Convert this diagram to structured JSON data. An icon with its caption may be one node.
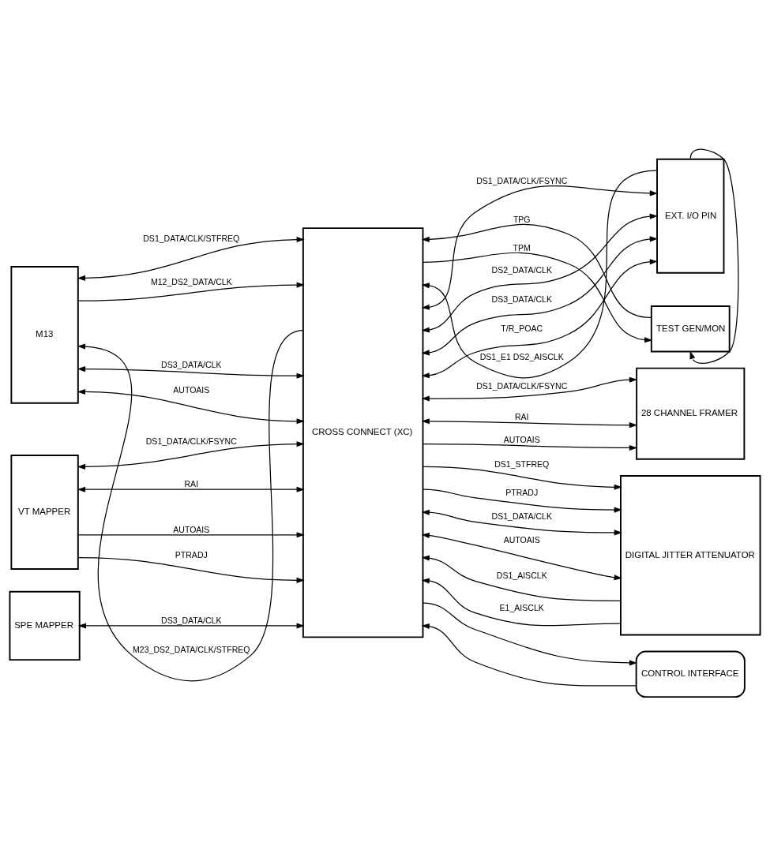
{
  "diagram": {
    "nodes": [
      {
        "text": [
          "M13"
        ]
      },
      {
        "text": [
          "VT MAPPER"
        ]
      },
      {
        "text": [
          "SPE MAPPER"
        ]
      },
      {
        "text": [
          "CROSS CONNECT (XC)"
        ]
      },
      {
        "text": [
          "TEST GEN/MON"
        ]
      },
      {
        "text": [
          "EXT. I/O PIN"
        ]
      },
      {
        "text": [
          "28 CHANNEL FRAMER"
        ]
      },
      {
        "text": [
          "DIGITAL JITTER ATTENUATOR"
        ]
      },
      {
        "text": [
          "CONTROL INTERFACE"
        ]
      }
    ],
    "edges": [
      {
        "from": 0,
        "to": 3,
        "arrow": "both",
        "label": "DS1_DATA/CLK/STFREQ"
      },
      {
        "from": 0,
        "to": 3,
        "arrow": "to",
        "label": "M12_DS2_DATA/CLK"
      },
      {
        "from": 3,
        "to": 0,
        "arrow": "to",
        "label": "M23_DS2_DATA/CLK/STFREQ"
      },
      {
        "from": 0,
        "to": 3,
        "arrow": "both",
        "label": "DS3_DATA/CLK"
      },
      {
        "from": 0,
        "to": 3,
        "arrow": "both",
        "label": "AUTOAIS"
      },
      {
        "from": 1,
        "to": 3,
        "arrow": "both",
        "label": "DS1_DATA/CLK/FSYNC"
      },
      {
        "from": 1,
        "to": 3,
        "arrow": "both",
        "label": "RAI"
      },
      {
        "from": 1,
        "to": 3,
        "arrow": "to",
        "label": "AUTOAIS"
      },
      {
        "from": 1,
        "to": 3,
        "arrow": "to",
        "label": "PTRADJ"
      },
      {
        "from": 2,
        "to": 3,
        "arrow": "both",
        "label": "DS3_DATA/CLK"
      },
      {
        "from": 4,
        "to": 3,
        "arrow": "to",
        "label": "TPG"
      },
      {
        "from": 3,
        "to": 4,
        "arrow": "to",
        "label": "TPM"
      },
      {
        "from": 5,
        "to": 3,
        "arrow": "to",
        "label": "DS1_E1 DS2_AISCLK"
      },
      {
        "from": 5,
        "to": 4,
        "arrow": "to"
      },
      {
        "from": 3,
        "to": 5,
        "arrow": "both",
        "label": "DS1_DATA/CLK/FSYNC"
      },
      {
        "from": 3,
        "to": 5,
        "arrow": "both",
        "label": "DS2_DATA/CLK"
      },
      {
        "from": 3,
        "to": 5,
        "arrow": "both",
        "label": "DS3_DATA/CLK"
      },
      {
        "from": 3,
        "to": 5,
        "arrow": "both",
        "label": "T/R_POAC"
      },
      {
        "from": 3,
        "to": 6,
        "arrow": "both",
        "label": "DS1_DATA/CLK/FSYNC"
      },
      {
        "from": 3,
        "to": 6,
        "arrow": "both",
        "label": "RAI"
      },
      {
        "from": 3,
        "to": 6,
        "arrow": "to",
        "label": "AUTOAIS"
      },
      {
        "from": 3,
        "to": 7,
        "arrow": "to",
        "label": "DS1_STFREQ"
      },
      {
        "from": 3,
        "to": 7,
        "arrow": "to",
        "label": "PTRADJ"
      },
      {
        "from": 3,
        "to": 7,
        "arrow": "both",
        "label": "DS1_DATA/CLK"
      },
      {
        "from": 3,
        "to": 7,
        "arrow": "both",
        "label": "AUTOAIS"
      },
      {
        "from": 7,
        "to": 3,
        "arrow": "to",
        "label": "DS1_AISCLK"
      },
      {
        "from": 7,
        "to": 3,
        "arrow": "to",
        "label": "E1_AISCLK"
      },
      {
        "from": 3,
        "to": 8,
        "arrow": "to"
      },
      {
        "from": 8,
        "to": 3,
        "arrow": "to"
      }
    ]
  }
}
